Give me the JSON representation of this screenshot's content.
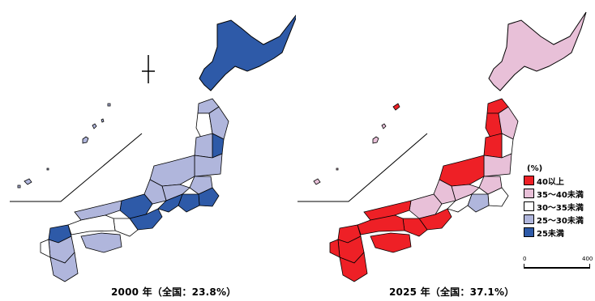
{
  "captions": {
    "map_2000": "2000 年（全国：23.8%）",
    "map_2025": "2025 年（全国：37.1%）"
  },
  "legend": {
    "unit": "(%)",
    "items": [
      {
        "label": "40以上",
        "color": "#ee2026"
      },
      {
        "label": "35～40未満",
        "color": "#e8c0d8"
      },
      {
        "label": "30～35未満",
        "color": "#ffffff"
      },
      {
        "label": "25～30未満",
        "color": "#b0b6dc"
      },
      {
        "label": "25未満",
        "color": "#2e5aa8"
      }
    ]
  },
  "scale": {
    "start": "0",
    "end": "400"
  },
  "colors": {
    "outline": "#000000",
    "background": "#ffffff"
  }
}
